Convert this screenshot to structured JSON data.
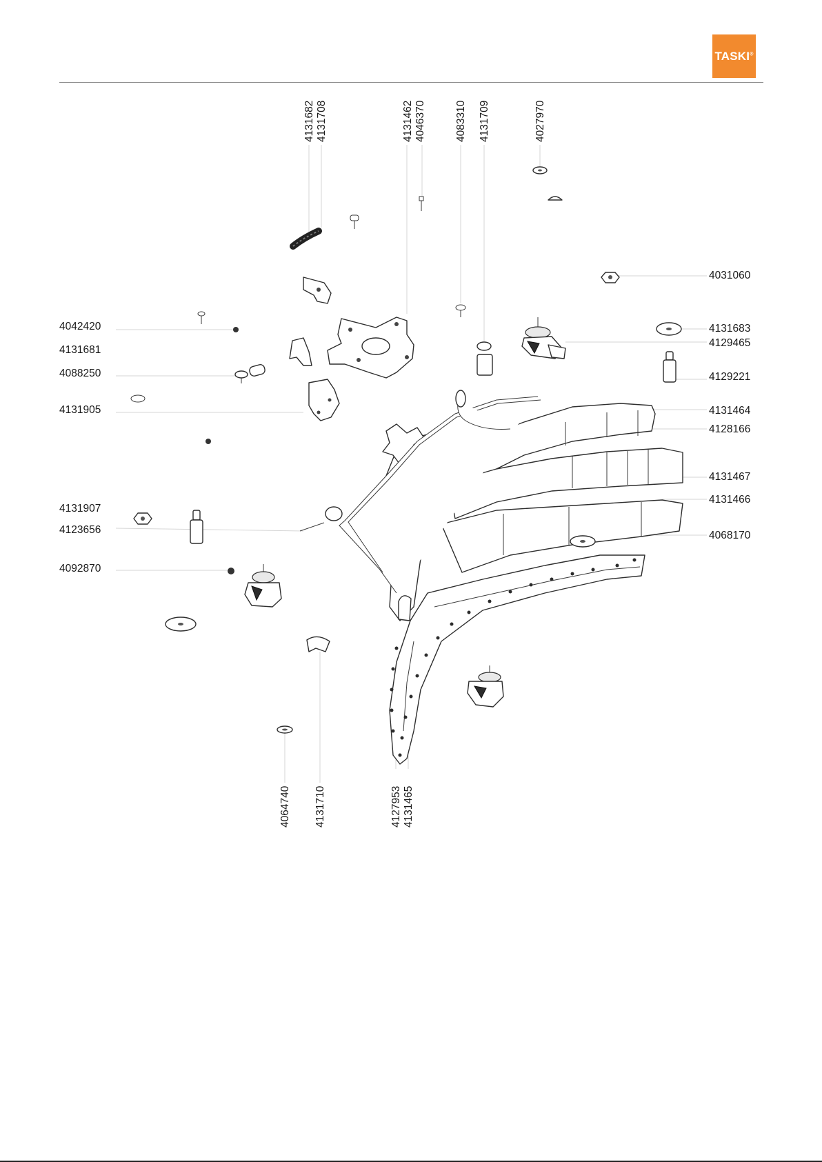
{
  "brand": {
    "logo_text": "TASKI",
    "logo_mark": "®",
    "accent_color": "#f28a2e"
  },
  "diagram": {
    "labels": {
      "p4131682": "4131682",
      "p4131708": "4131708",
      "p4131462": "4131462",
      "p4046370": "4046370",
      "p4083310": "4083310",
      "p4131709": "4131709",
      "p4027970": "4027970",
      "p4031060": "4031060",
      "p4042420": "4042420",
      "p4131681": "4131681",
      "p4131683": "4131683",
      "p4129465": "4129465",
      "p4088250": "4088250",
      "p4129221": "4129221",
      "p4131905": "4131905",
      "p4131464": "4131464",
      "p4128166": "4128166",
      "p4131467": "4131467",
      "p4131907": "4131907",
      "p4131466": "4131466",
      "p4123656": "4123656",
      "p4068170": "4068170",
      "p4092870": "4092870",
      "p4064740": "4064740",
      "p4131710": "4131710",
      "p4127953": "4127953",
      "p4131465": "4131465"
    }
  }
}
